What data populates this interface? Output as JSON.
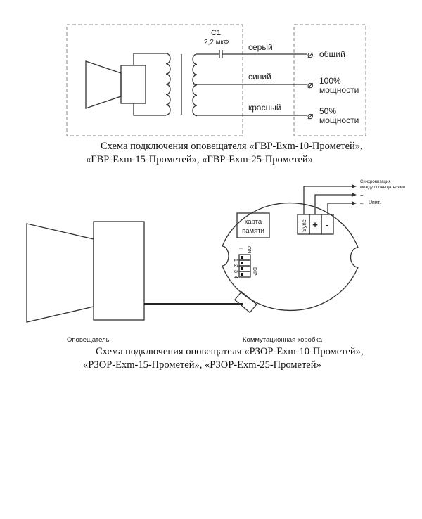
{
  "diagram1": {
    "capacitor_name": "C1",
    "capacitor_value": "2,2 мкФ",
    "wire_gray": "серый",
    "wire_blue": "синий",
    "wire_red": "красный",
    "terminal_common": "общий",
    "terminal_100_line1": "100%",
    "terminal_100_line2": "мощности",
    "terminal_50_line1": "50%",
    "terminal_50_line2": "мощности",
    "terminal_symbol": "⌀",
    "caption_line1": "Схема подключения оповещателя «ГВР-Exm-10-Прометей»,",
    "caption_line2": "«ГВР-Exm-15-Прометей», «ГВР-Exm-25-Прометей»"
  },
  "diagram2": {
    "sync_label_line1": "Синхронизация",
    "sync_label_line2": "между оповещателями",
    "plus": "+",
    "minus": "–",
    "power_label": "Uпит.",
    "memory_card_line1": "карта",
    "memory_card_line2": "памяти",
    "terminal_sync": "Sync",
    "terminal_plus": "+",
    "terminal_minus": "-",
    "dip_on": "ON",
    "dip_off": "I",
    "dip_label": "DIP",
    "dip_numbers": [
      "1",
      "2",
      "3",
      "4"
    ],
    "speaker_label": "Оповещатель",
    "box_label": "Коммутационная коробка",
    "caption_line1": "Схема подключения оповещателя «РЗОР-Exm-10-Прометей»,",
    "caption_line2": "«РЗОР-Exm-15-Прометей», «РЗОР-Exm-25-Прометей»"
  }
}
